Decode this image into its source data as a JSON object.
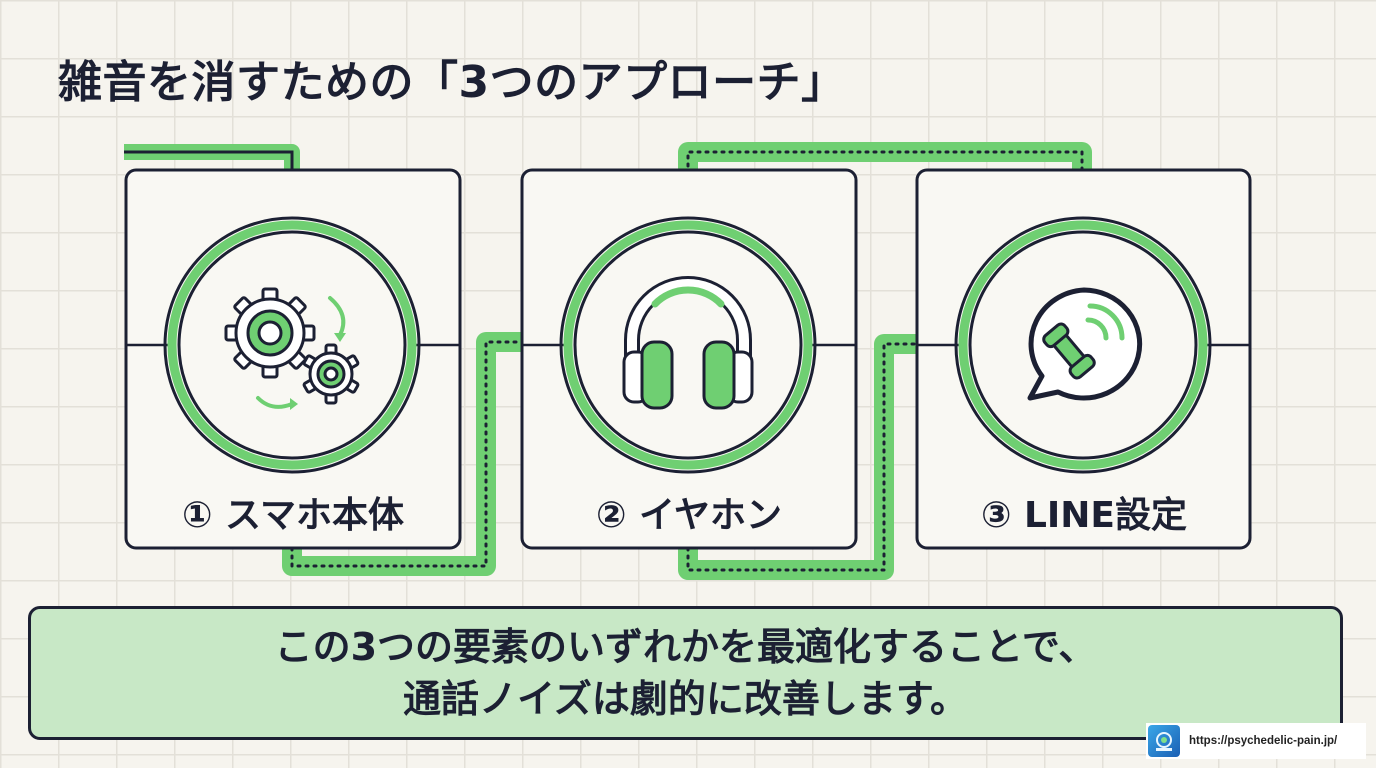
{
  "title": "雑音を消すための「3つのアプローチ」",
  "cards": [
    {
      "label": "① スマホ本体",
      "icon": "gears-icon"
    },
    {
      "label": "② イヤホン",
      "icon": "headphones-icon"
    },
    {
      "label": "③ LINE設定",
      "icon": "chat-phone-icon"
    }
  ],
  "summary": {
    "line1": "この3つの要素のいずれかを最適化することで、",
    "line2": "通話ノイズは劇的に改善します。"
  },
  "footer": {
    "url": "https://psychedelic-pain.jp/"
  },
  "colors": {
    "accent": "#6fcf72",
    "ink": "#1c2033",
    "background": "#f6f4ee",
    "summary_bg": "#c8e8c6"
  }
}
